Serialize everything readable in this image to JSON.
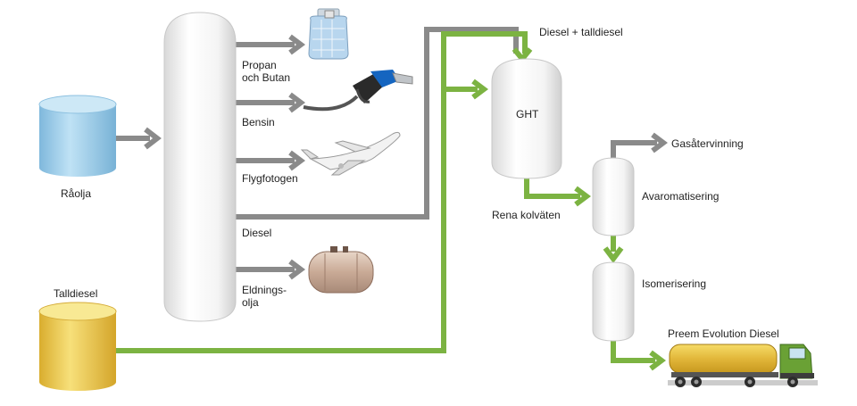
{
  "labels": {
    "raolja": "Råolja",
    "talldiesel": "Talldiesel",
    "propan_line1": "Propan",
    "propan_line2": "och Butan",
    "bensin": "Bensin",
    "flygfotogen": "Flygfotogen",
    "diesel": "Diesel",
    "eldnings_line1": "Eldnings-",
    "eldnings_line2": "olja",
    "diesel_talldiesel": "Diesel + talldiesel",
    "ght": "GHT",
    "rena_kolvaten": "Rena kolväten",
    "gasatervinning": "Gasåtervinning",
    "avaromatisering": "Avaromatisering",
    "isomerisering": "Isomerisering",
    "preem": "Preem Evolution Diesel"
  },
  "icons": [
    "gas-bottle-icon",
    "fuel-nozzle-icon",
    "airplane-icon",
    "oil-tank-icon",
    "tanker-truck-icon"
  ],
  "colors": {
    "fossil_flow": "#8a8a8a",
    "renewable_flow": "#7cb342",
    "crude_tank": "#a9d4ec",
    "tall_tank": "#f0d060",
    "vessel": "#f7f7f7"
  }
}
